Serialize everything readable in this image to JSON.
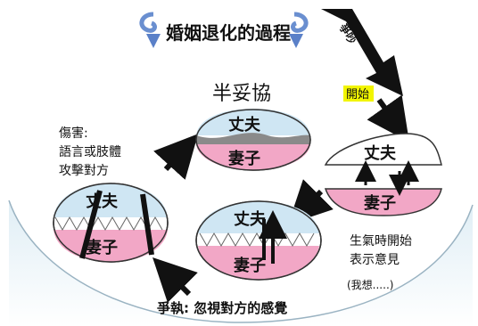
{
  "title": "婚姻退化的過程",
  "banner_vertical": "爭吵",
  "start_label": "開始",
  "half_compromise": "半妥協",
  "husband": "丈夫",
  "wife": "妻子",
  "note_injury": [
    "傷害:",
    "語言或肢體",
    "攻擊對方"
  ],
  "note_anger": [
    "生氣時開始",
    "表示意見"
  ],
  "note_think": "(我想.....)",
  "note_dispute": "爭執: 忽視對方的感覺",
  "colors": {
    "husband_fill": "#cfe6f3",
    "wife_fill": "#f2a7c6",
    "cloud_fill": "#e7f2f7",
    "start_highlight": "#f2f500",
    "arrow_dark": "#111111"
  }
}
